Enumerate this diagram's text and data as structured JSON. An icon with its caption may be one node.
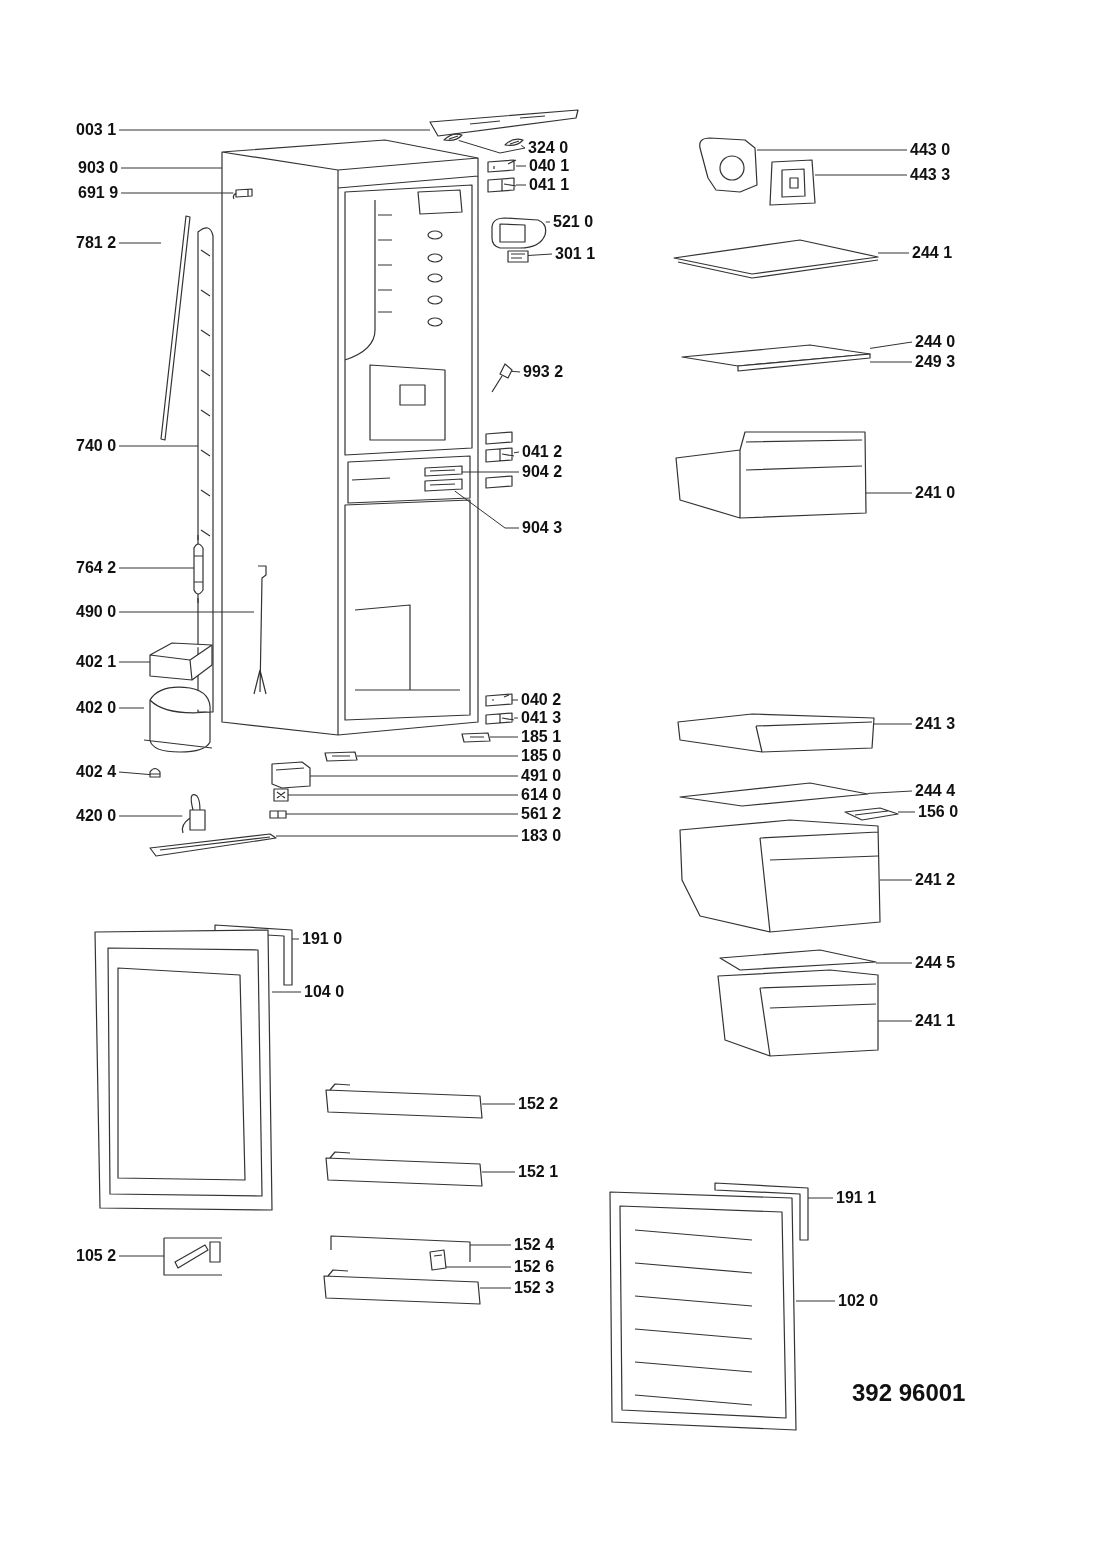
{
  "diagram": {
    "nodes": [
      {
        "text": [
          "003 1"
        ]
      },
      {
        "text": [
          "903 0"
        ]
      },
      {
        "text": [
          "691 9"
        ]
      },
      {
        "text": [
          "781 2"
        ]
      },
      {
        "text": [
          "740 0"
        ]
      },
      {
        "text": [
          "764 2"
        ]
      },
      {
        "text": [
          "490 0"
        ]
      },
      {
        "text": [
          "402 1"
        ]
      },
      {
        "text": [
          "402 0"
        ]
      },
      {
        "text": [
          "402 4"
        ]
      },
      {
        "text": [
          "420 0"
        ]
      },
      {
        "text": [
          "324 0"
        ]
      },
      {
        "text": [
          "040 1"
        ]
      },
      {
        "text": [
          "041 1"
        ]
      },
      {
        "text": [
          "521 0"
        ]
      },
      {
        "text": [
          "301 1"
        ]
      },
      {
        "text": [
          "993 2"
        ]
      },
      {
        "text": [
          "041 2"
        ]
      },
      {
        "text": [
          "904 2"
        ]
      },
      {
        "text": [
          "904 3"
        ]
      },
      {
        "text": [
          "040 2"
        ]
      },
      {
        "text": [
          "041 3"
        ]
      },
      {
        "text": [
          "185 1"
        ]
      },
      {
        "text": [
          "185 0"
        ]
      },
      {
        "text": [
          "491 0"
        ]
      },
      {
        "text": [
          "614 0"
        ]
      },
      {
        "text": [
          "561 2"
        ]
      },
      {
        "text": [
          "183 0"
        ]
      },
      {
        "text": [
          "443 0"
        ]
      },
      {
        "text": [
          "443 3"
        ]
      },
      {
        "text": [
          "244 1"
        ]
      },
      {
        "text": [
          "244 0"
        ]
      },
      {
        "text": [
          "249 3"
        ]
      },
      {
        "text": [
          "241 0"
        ]
      },
      {
        "text": [
          "241 3"
        ]
      },
      {
        "text": [
          "244 4"
        ]
      },
      {
        "text": [
          "156 0"
        ]
      },
      {
        "text": [
          "241 2"
        ]
      },
      {
        "text": [
          "244 5"
        ]
      },
      {
        "text": [
          "241 1"
        ]
      },
      {
        "text": [
          "191 0"
        ]
      },
      {
        "text": [
          "104 0"
        ]
      },
      {
        "text": [
          "152 2"
        ]
      },
      {
        "text": [
          "152 1"
        ]
      },
      {
        "text": [
          "105 2"
        ]
      },
      {
        "text": [
          "152 4"
        ]
      },
      {
        "text": [
          "152 6"
        ]
      },
      {
        "text": [
          "152 3"
        ]
      },
      {
        "text": [
          "191 1"
        ]
      },
      {
        "text": [
          "102 0"
        ]
      },
      {
        "text": [],
        "shape": "picture"
      },
      {
        "text": [],
        "shape": "picture"
      },
      {
        "text": [],
        "shape": "picture",
        "in": 51
      },
      {
        "text": [],
        "shape": "picture"
      },
      {
        "text": [],
        "shape": "picture"
      },
      {
        "text": [],
        "shape": "picture"
      },
      {
        "text": [],
        "shape": "picture",
        "in": 51
      },
      {
        "text": [],
        "shape": "picture"
      },
      {
        "text": [],
        "shape": "picture"
      },
      {
        "text": [],
        "shape": "picture"
      },
      {
        "text": [],
        "shape": "picture"
      },
      {
        "text": [],
        "shape": "picture"
      },
      {
        "text": [],
        "shape": "picture"
      },
      {
        "text": [],
        "shape": "picture"
      },
      {
        "text": [],
        "shape": "picture"
      },
      {
        "text": [],
        "shape": "picture"
      },
      {
        "text": [],
        "shape": "picture"
      },
      {
        "text": [],
        "shape": "picture"
      },
      {
        "text": [],
        "shape": "picture",
        "in": 51
      },
      {
        "text": [],
        "shape": "picture",
        "in": 51
      },
      {
        "text": [],
        "shape": "picture"
      },
      {
        "text": [],
        "shape": "picture"
      },
      {
        "text": [],
        "shape": "picture"
      },
      {
        "text": [],
        "shape": "picture"
      },
      {
        "text": [],
        "shape": "picture"
      },
      {
        "text": [],
        "shape": "picture"
      },
      {
        "text": [],
        "shape": "picture"
      },
      {
        "text": [],
        "shape": "picture"
      },
      {
        "text": [],
        "shape": "picture"
      },
      {
        "text": [],
        "shape": "picture"
      },
      {
        "text": [],
        "shape": "picture"
      },
      {
        "text": [],
        "shape": "picture"
      },
      {
        "text": [],
        "shape": "picture"
      },
      {
        "text": [],
        "shape": "picture"
      },
      {
        "text": [],
        "shape": "picture"
      },
      {
        "text": [],
        "shape": "picture"
      },
      {
        "text": [],
        "shape": "picture"
      },
      {
        "text": [],
        "shape": "picture"
      },
      {
        "text": [],
        "shape": "picture"
      },
      {
        "text": [],
        "shape": "picture"
      },
      {
        "text": [],
        "shape": "picture"
      },
      {
        "text": [],
        "shape": "picture"
      },
      {
        "text": [],
        "shape": "picture"
      },
      {
        "text": [],
        "shape": "picture"
      },
      {
        "text": [],
        "shape": "picture"
      },
      {
        "text": [],
        "shape": "picture"
      },
      {
        "text": [],
        "shape": "picture"
      },
      {
        "text": [],
        "shape": "picture"
      },
      {
        "text": [],
        "shape": "picture"
      },
      {
        "text": [],
        "shape": "picture"
      },
      {
        "text": [],
        "shape": "picture"
      }
    ],
    "edges": [
      {
        "from": 0,
        "to": 50,
        "arrow": "none"
      },
      {
        "from": 1,
        "to": 51,
        "arrow": "none"
      },
      {
        "from": 2,
        "to": 52,
        "arrow": "none"
      },
      {
        "from": 3,
        "to": 53,
        "arrow": "none"
      },
      {
        "from": 4,
        "to": 54,
        "arrow": "none"
      },
      {
        "from": 5,
        "to": 55,
        "arrow": "none"
      },
      {
        "from": 6,
        "to": 56,
        "arrow": "none"
      },
      {
        "from": 7,
        "to": 57,
        "arrow": "none"
      },
      {
        "from": 8,
        "to": 58,
        "arrow": "none"
      },
      {
        "from": 9,
        "to": 59,
        "arrow": "none"
      },
      {
        "from": 10,
        "to": 60,
        "arrow": "none"
      },
      {
        "from": 11,
        "to": 61,
        "arrow": "none"
      },
      {
        "from": 12,
        "to": 62,
        "arrow": "none"
      },
      {
        "from": 13,
        "to": 63,
        "arrow": "none"
      },
      {
        "from": 14,
        "to": 64,
        "arrow": "none"
      },
      {
        "from": 15,
        "to": 65,
        "arrow": "none"
      },
      {
        "from": 16,
        "to": 66,
        "arrow": "none"
      },
      {
        "from": 17,
        "to": 67,
        "arrow": "none"
      },
      {
        "from": 18,
        "to": 68,
        "arrow": "none"
      },
      {
        "from": 19,
        "to": 69,
        "arrow": "none"
      },
      {
        "from": 20,
        "to": 70,
        "arrow": "none"
      },
      {
        "from": 21,
        "to": 71,
        "arrow": "none"
      },
      {
        "from": 22,
        "to": 72,
        "arrow": "none"
      },
      {
        "from": 23,
        "to": 73,
        "arrow": "none"
      },
      {
        "from": 24,
        "to": 74,
        "arrow": "none"
      },
      {
        "from": 25,
        "to": 75,
        "arrow": "none"
      },
      {
        "from": 26,
        "to": 76,
        "arrow": "none"
      },
      {
        "from": 27,
        "to": 77,
        "arrow": "none"
      },
      {
        "from": 28,
        "to": 78,
        "arrow": "none"
      },
      {
        "from": 29,
        "to": 79,
        "arrow": "none"
      },
      {
        "from": 30,
        "to": 80,
        "arrow": "none"
      },
      {
        "from": 31,
        "to": 81,
        "arrow": "none"
      },
      {
        "from": 32,
        "to": 82,
        "arrow": "none"
      },
      {
        "from": 33,
        "to": 83,
        "arrow": "none"
      },
      {
        "from": 34,
        "to": 84,
        "arrow": "none"
      },
      {
        "from": 35,
        "to": 85,
        "arrow": "none"
      },
      {
        "from": 36,
        "to": 86,
        "arrow": "none"
      },
      {
        "from": 37,
        "to": 87,
        "arrow": "none"
      },
      {
        "from": 38,
        "to": 88,
        "arrow": "none"
      },
      {
        "from": 39,
        "to": 89,
        "arrow": "none"
      },
      {
        "from": 40,
        "to": 90,
        "arrow": "none"
      },
      {
        "from": 41,
        "to": 91,
        "arrow": "none"
      },
      {
        "from": 42,
        "to": 92,
        "arrow": "none"
      },
      {
        "from": 43,
        "to": 93,
        "arrow": "none"
      },
      {
        "from": 44,
        "to": 94,
        "arrow": "none"
      },
      {
        "from": 45,
        "to": 95,
        "arrow": "none"
      },
      {
        "from": 46,
        "to": 96,
        "arrow": "none"
      },
      {
        "from": 47,
        "to": 97,
        "arrow": "none"
      },
      {
        "from": 48,
        "to": 98,
        "arrow": "none"
      },
      {
        "from": 49,
        "to": 99,
        "arrow": "none"
      },
      {
        "from": 11,
        "to": 100,
        "arrow": "none"
      }
    ],
    "labels": [
      "392 96001"
    ]
  }
}
